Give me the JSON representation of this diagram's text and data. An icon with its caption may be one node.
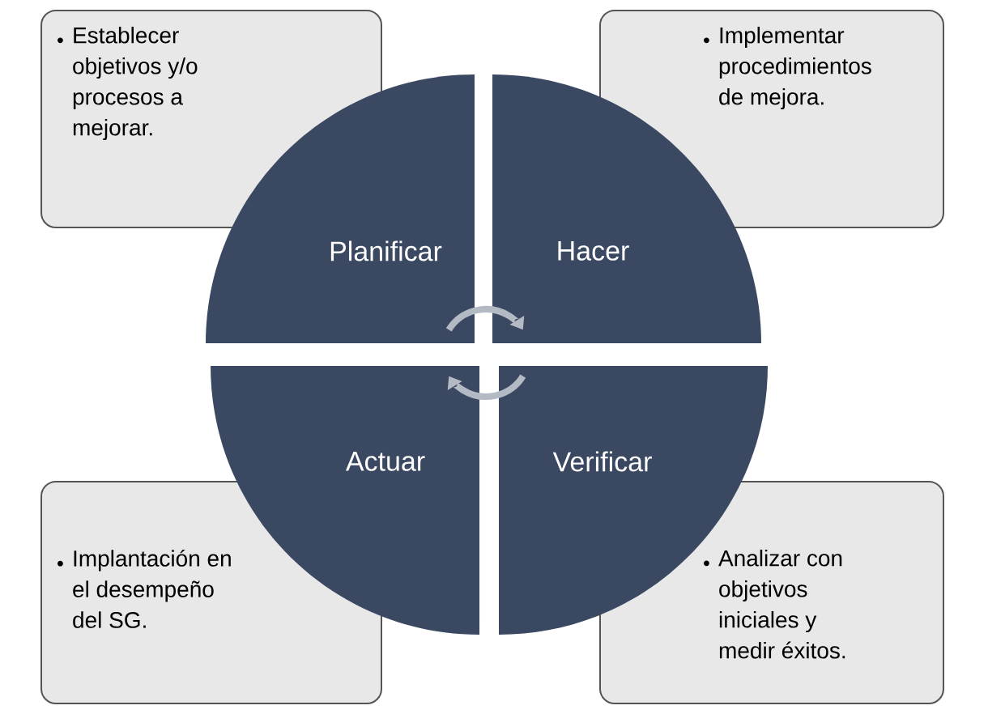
{
  "diagram": {
    "nodes": [
      {
        "text": [
          "Establecer objetivos y/o procesos a mejorar."
        ]
      },
      {
        "text": [
          "Implementar procedimientos de mejora."
        ]
      },
      {
        "text": [
          "Planificar"
        ]
      },
      {
        "text": [
          "Hacer"
        ]
      },
      {
        "text": [
          "Actuar"
        ]
      },
      {
        "text": [
          "Verificar"
        ]
      },
      {
        "text": [
          "Implantación en el desempeño del SG."
        ]
      },
      {
        "text": [
          "Analizar con objetivos iniciales y medir éxitos."
        ]
      }
    ],
    "edges": [
      {
        "from": 2,
        "to": 3,
        "arrow": "to"
      },
      {
        "from": 5,
        "to": 4,
        "arrow": "to"
      }
    ]
  }
}
